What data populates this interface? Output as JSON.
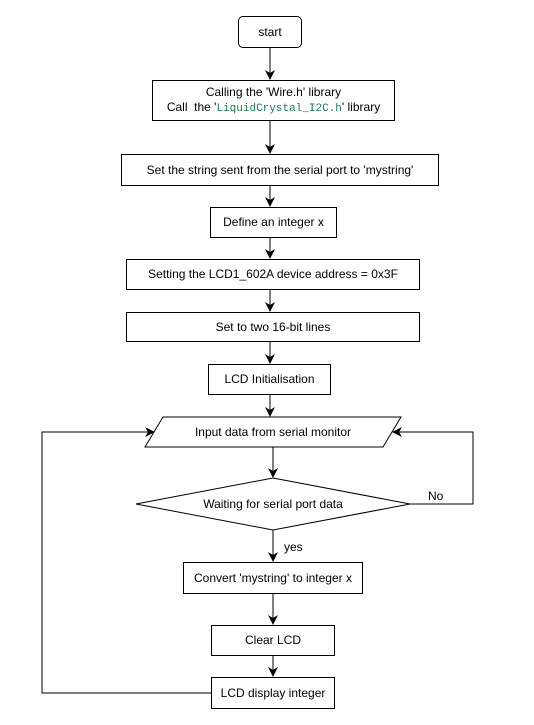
{
  "flowchart": {
    "start": "start",
    "include": {
      "line1": "Calling the 'Wire.h' library",
      "line2_prefix": "Call  the '",
      "line2_code": "LiquidCrystal_I2C.h",
      "line2_suffix": "' library"
    },
    "set_string": "Set the string sent from the serial port to 'mystring'",
    "define_int": "Define an integer x",
    "set_address": "Setting the LCD1_602A device address = 0x3F",
    "set_lines": "Set to two 16-bit lines",
    "lcd_init": "LCD Initialisation",
    "input_data": "Input data from serial monitor",
    "decision": "Waiting for serial port data",
    "label_no": "No",
    "label_yes": "yes",
    "convert": "Convert 'mystring' to integer x",
    "clear_lcd": "Clear LCD",
    "display_int": "LCD display integer"
  }
}
